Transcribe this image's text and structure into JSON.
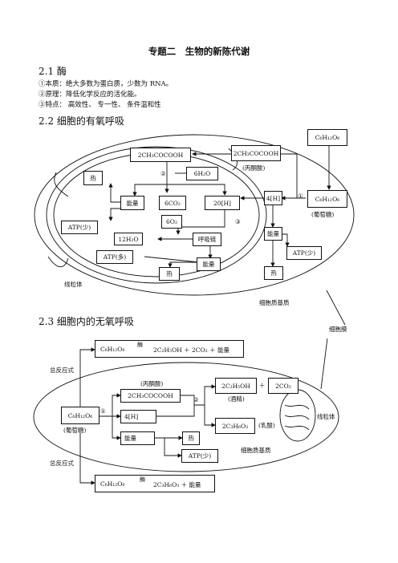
{
  "title": "专题二　生物的新陈代谢",
  "s21": {
    "heading": "2.1 酶",
    "items": [
      "①本质：绝大多数为蛋白质，少数为 RNA。",
      "②原理：降低化学反应的活化能。",
      "③特点：  高效性、  专一性、  条件温和性"
    ]
  },
  "s22": {
    "heading": "2.2 细胞的有氧呼吸",
    "glucose_top": "C₆H₁₂O₆",
    "pyruvate_right": "2CH₃COCOOH",
    "pyruvate_right_note": "(丙酮酸)",
    "pyruvate_left": "2CH₃COCOOH",
    "water_in": "6H₂O",
    "heat1": "热",
    "energy1": "能量",
    "co2": "6CO₂",
    "h20": "20[H]",
    "h4": "4[H]",
    "glucose_right": "C₆H₁₂O₆",
    "glucose_note": "(葡萄糖)",
    "o2": "6O₂",
    "atp_left": "ATP(少)",
    "water_out": "12H₂O",
    "chain": "呼吸链",
    "atp_mid": "ATP(多)",
    "energy2": "能量",
    "heat2": "热",
    "energy3": "能量",
    "atp_right": "ATP(少)",
    "heat3": "热",
    "step1": "①",
    "step2": "②",
    "step3": "③",
    "mito_label": "线粒体",
    "matrix_label": "细胞质基质",
    "membrane_label": "细胞膜"
  },
  "s23": {
    "heading": "2.3 细胞内的无氧呼吸",
    "total1_label": "总反应式",
    "eq1_reactant": "C₆H₁₂O₆",
    "eq1_enzyme": "酶",
    "eq1_products": "2C₂H₅OH ＋ 2CO₂ ＋ 能量",
    "pyruvate_note": "(丙酮酸)",
    "pyruvate": "2CH₃COCOOH",
    "glucose": "C₆H₁₂O₆",
    "glucose_note": "(葡萄糖)",
    "h4": "4[H]",
    "energy": "能量",
    "heat": "热",
    "atp": "ATP(少)",
    "ethanol": "2C₂H₅OH",
    "plus": "＋",
    "co2": "2CO₂",
    "ethanol_note": "(酒精)",
    "lactic": "2C₃H₆O₃",
    "lactic_note": "(乳酸)",
    "step1": "①",
    "step2": "②",
    "mito_label": "线粒体",
    "matrix_label": "细胞质基质",
    "total2_label": "总反应式",
    "eq2_reactant": "C₆H₁₂O₆",
    "eq2_enzyme": "酶",
    "eq2_products": "2C₃H₆O₃ ＋ 能量"
  }
}
